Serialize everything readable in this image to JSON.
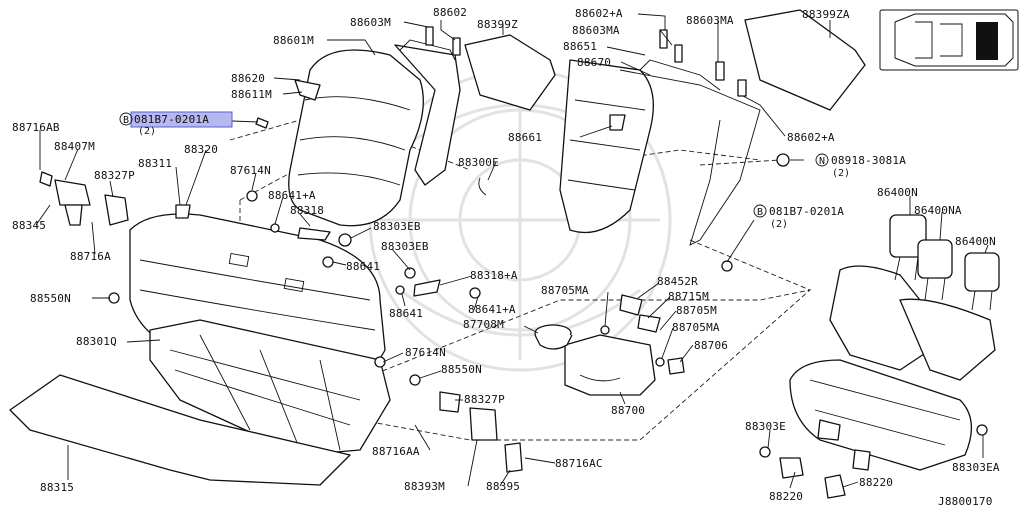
{
  "diagram_code": "J8800170",
  "highlighted_part": "081B7-0201A",
  "labels": {
    "p88603M": "88603M",
    "p88602": "88602",
    "p88399Z": "88399Z",
    "p88601M": "88601M",
    "p88620": "88620",
    "p88611M": "88611M",
    "p081B7_left": "081B7-0201A",
    "p081B7_left_qty": "(2)",
    "p88716AB": "88716AB",
    "p88407M": "88407M",
    "p88327P_top": "88327P",
    "p88345": "88345",
    "p88716A": "88716A",
    "p88311": "88311",
    "p88320": "88320",
    "p87614N_top": "87614N",
    "p88641A_top": "88641+A",
    "p88318": "88318",
    "p88303EB_1": "88303EB",
    "p88303EB_2": "88303EB",
    "p88641_1": "88641",
    "p88318A": "88318+A",
    "p88641_2": "88641",
    "p88641A_2": "88641+A",
    "p88550N_left": "88550N",
    "p88300E": "88300E",
    "p88301Q": "88301Q",
    "p87708M": "87708M",
    "p88705MA_top": "88705MA",
    "p88452R": "88452R",
    "p88715M": "88715M",
    "p88705M": "88705M",
    "p88705MA_2": "88705MA",
    "p88706": "88706",
    "p87614N_2": "87614N",
    "p88550N_2": "88550N",
    "p88327P_2": "88327P",
    "p88700": "88700",
    "p88716AA": "88716AA",
    "p88393M": "88393M",
    "p88395": "88395",
    "p88716AC": "88716AC",
    "p88315": "88315",
    "p88602A_top": "88602+A",
    "p88603MA_1": "88603MA",
    "p88603MA_2": "88603MA",
    "p88651": "88651",
    "p88670": "88670",
    "p88661": "88661",
    "p88602A_2": "88602+A",
    "p88399ZA": "88399ZA",
    "p08918": "08918-3081A",
    "p08918_qty": "(2)",
    "p081B7_right": "081B7-0201A",
    "p081B7_right_qty": "(2)",
    "p86400N_1": "86400N",
    "p86400NA": "86400NA",
    "p86400N_2": "86400N",
    "p88303E": "88303E",
    "p88220_1": "88220",
    "p88220_2": "88220",
    "p88303EA": "88303EA",
    "circle_B": "B",
    "circle_N": "N"
  },
  "icons": {
    "vehicle_locator": "car-top-view-icon",
    "watermark": "parts-catalog-watermark"
  }
}
